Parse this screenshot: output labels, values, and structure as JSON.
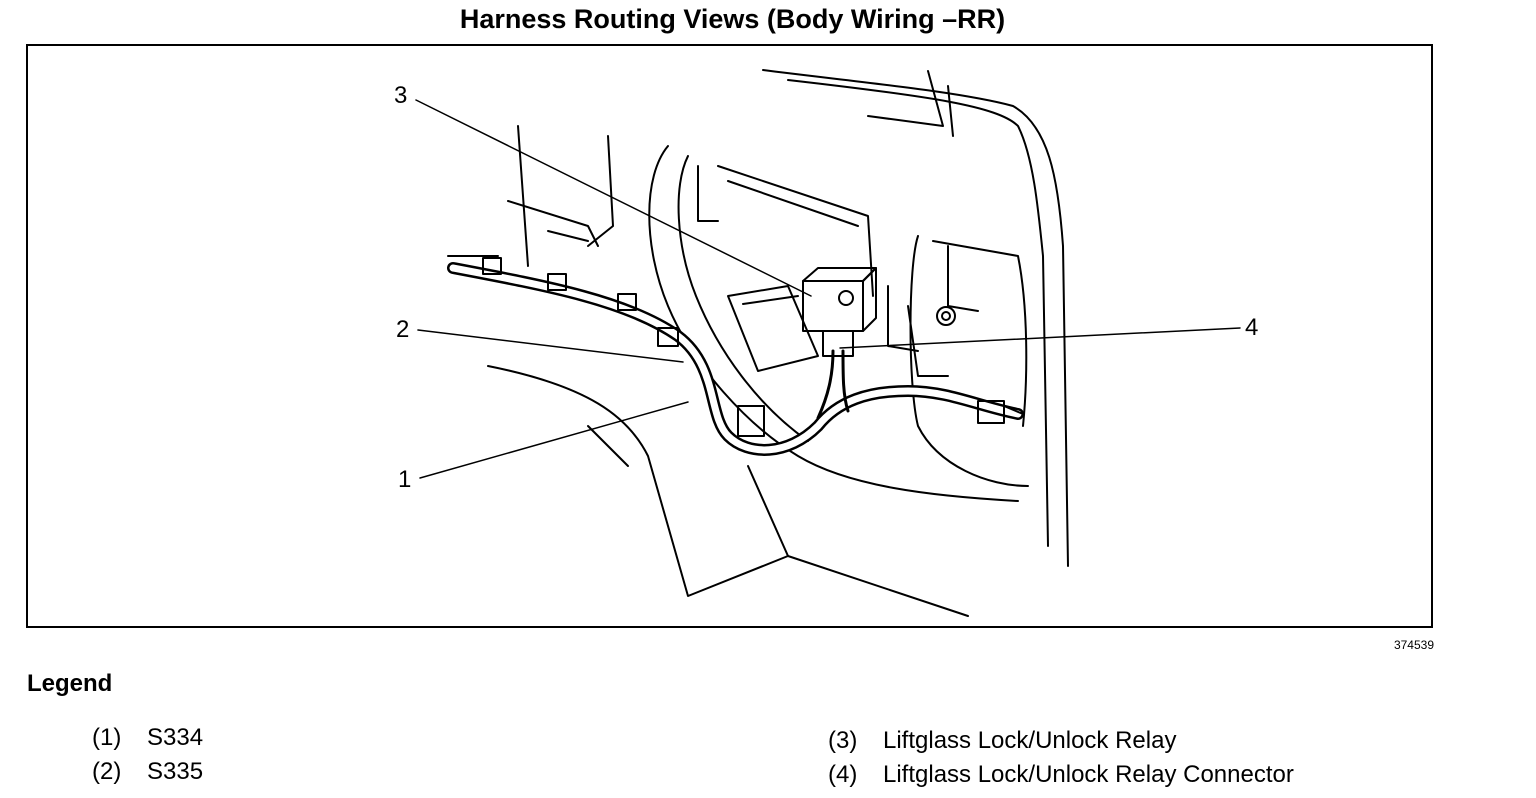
{
  "title": "Harness Routing Views (Body Wiring –RR)",
  "figure_number": "374539",
  "callouts": [
    "1",
    "2",
    "3",
    "4"
  ],
  "legend": {
    "heading": "Legend",
    "items": [
      {
        "num": "(1)",
        "label": "S334"
      },
      {
        "num": "(2)",
        "label": "S335"
      },
      {
        "num": "(3)",
        "label": "Liftglass Lock/Unlock Relay"
      },
      {
        "num": "(4)",
        "label": "Liftglass Lock/Unlock Relay Connector"
      }
    ]
  },
  "colors": {
    "line": "#000000",
    "background": "#ffffff"
  }
}
